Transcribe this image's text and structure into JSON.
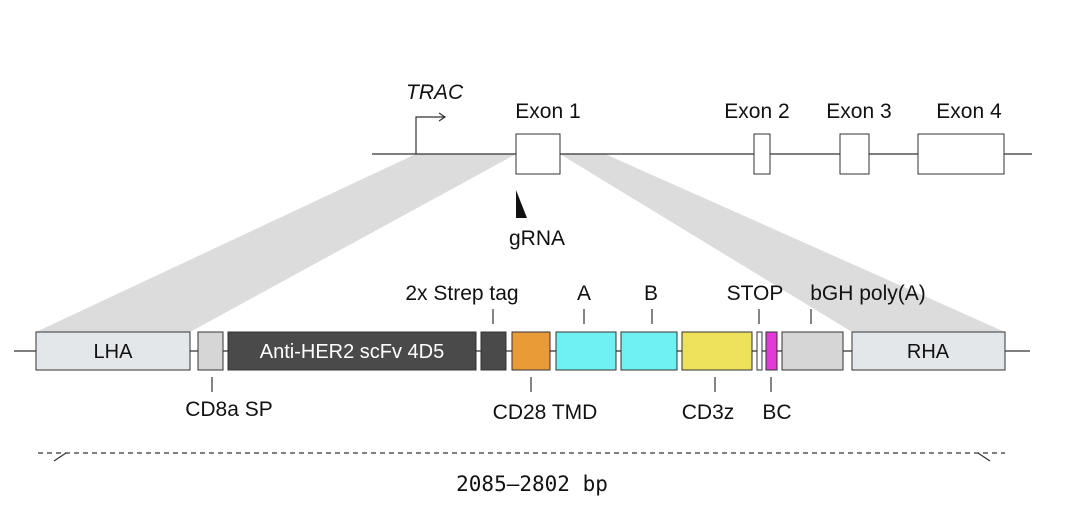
{
  "gene": {
    "name": "TRAC",
    "exons": [
      "Exon 1",
      "Exon 2",
      "Exon 3",
      "Exon 4"
    ]
  },
  "guide": {
    "label": "gRNA"
  },
  "construct": {
    "elements": {
      "lha": "LHA",
      "cd8a_sp": "CD8a SP",
      "scfv": "Anti-HER2 scFv 4D5",
      "strep": "2x Strep tag",
      "cd28_tmd": "CD28 TMD",
      "a": "A",
      "b": "B",
      "cd3z": "CD3z",
      "stop": "STOP",
      "bc": "BC",
      "bgh": "bGH poly(A)",
      "rha": "RHA"
    },
    "size_label": "2085–2802 bp"
  },
  "colors": {
    "homology_arm": "#e4e7ea",
    "signal_peptide": "#d6d6d6",
    "scfv": "#4a4a4a",
    "strep_tag": "#4a4a4a",
    "cd28_tmd": "#e99b38",
    "domain_a": "#6ff0f2",
    "domain_b": "#6ff0f2",
    "cd3z": "#ede05a",
    "stop": "#ffffff",
    "barcode": "#e23ad8",
    "bgh_polya": "#d6d6d6",
    "shading": "#dcdcdc"
  }
}
